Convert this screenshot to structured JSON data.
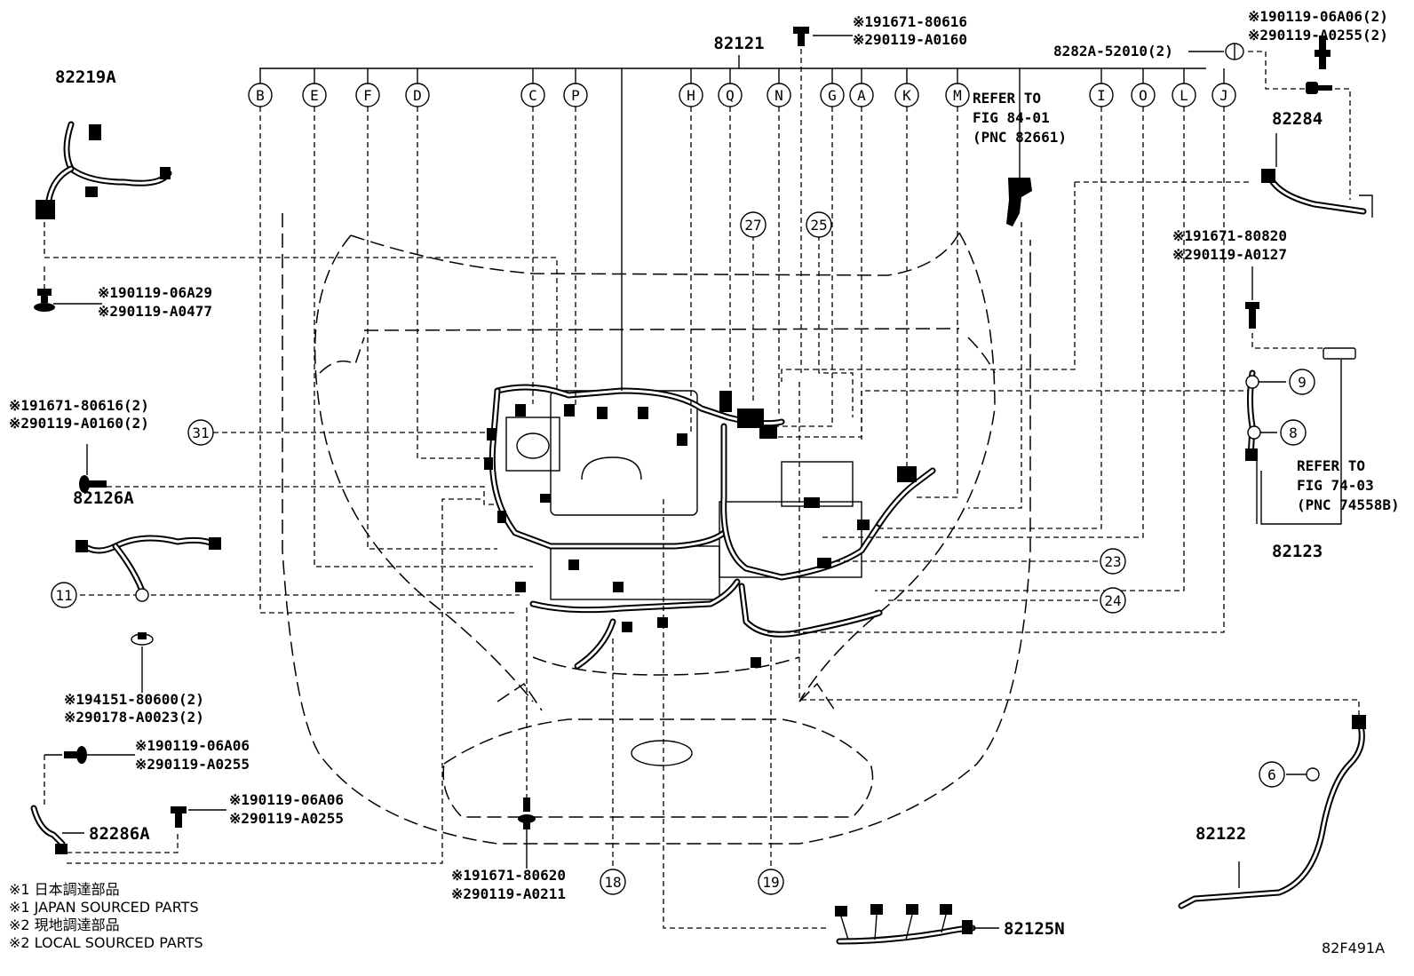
{
  "diagram_id": "82F491A",
  "main_harness": "82121",
  "connector_letters": [
    "B",
    "E",
    "F",
    "D",
    "C",
    "P",
    "H",
    "Q",
    "N",
    "G",
    "A",
    "K",
    "M",
    "I",
    "O",
    "L",
    "J"
  ],
  "parts": {
    "p82219A": "82219A",
    "p82126A": "82126A",
    "p82286A": "82286A",
    "p82284": "82284",
    "p82123": "82123",
    "p82122": "82122",
    "p82125N": "82125N",
    "p8282A": "8282A-52010(2)"
  },
  "refs": {
    "fig84_l1": "REFER TO",
    "fig84_l2": "FIG 84-01",
    "fig84_l3": "(PNC 82661)",
    "fig74_l1": "REFER TO",
    "fig74_l2": "FIG 74-03",
    "fig74_l3": "(PNC 74558B)"
  },
  "fasteners": {
    "top_bolt_1": "※191671-80616",
    "top_bolt_2": "※290119-A0160",
    "tr_bolt_1": "※190119-06A06(2)",
    "tr_bolt_2": "※290119-A0255(2)",
    "r_bolt_1": "※191671-80820",
    "r_bolt_2": "※290119-A0127",
    "ul_bolt_1": "※190119-06A29",
    "ul_bolt_2": "※290119-A0477",
    "l_bolt_1": "※191671-80616(2)",
    "l_bolt_2": "※290119-A0160(2)",
    "clip_1": "※194151-80600(2)",
    "clip_2": "※290178-A0023(2)",
    "bl_bolt_a1": "※190119-06A06",
    "bl_bolt_a2": "※290119-A0255",
    "bl_bolt_b1": "※190119-06A06",
    "bl_bolt_b2": "※290119-A0255",
    "bottom_bolt_1": "※191671-80620",
    "bottom_bolt_2": "※290119-A0211"
  },
  "callouts": {
    "c6": "6",
    "c8": "8",
    "c9": "9",
    "c11": "11",
    "c18": "18",
    "c19": "19",
    "c23": "23",
    "c24": "24",
    "c25": "25",
    "c27": "27",
    "c31": "31"
  },
  "legend": {
    "l1": "※1 日本調達部品",
    "l2": "※1 JAPAN SOURCED PARTS",
    "l3": "※2 現地調達部品",
    "l4": "※2 LOCAL SOURCED PARTS"
  }
}
